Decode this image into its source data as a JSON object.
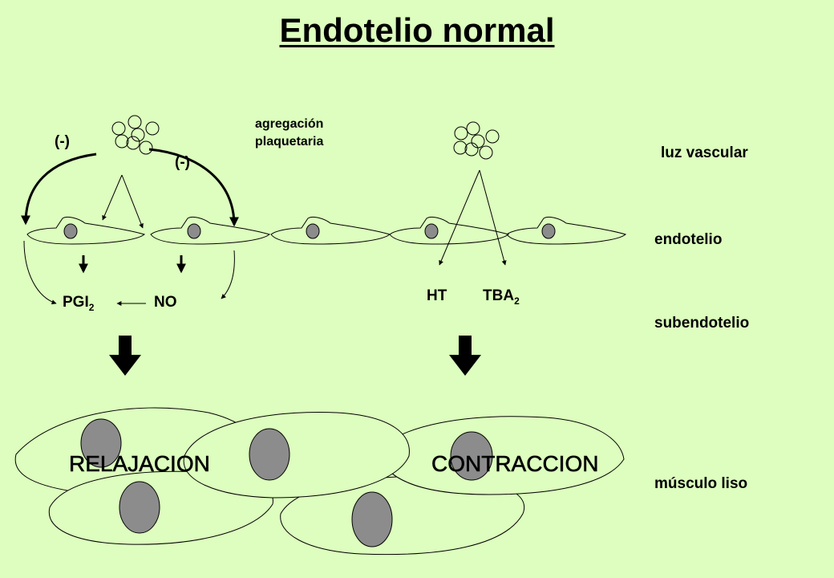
{
  "title": "Endotelio normal",
  "layers": {
    "lumen": "luz vascular",
    "endothelium": "endotelio",
    "subendothelium": "subendotelio",
    "smooth_muscle": "músculo liso"
  },
  "platelet_aggregation": "agregación plaquetaria",
  "platelet_aggregation_lines": [
    "agregación",
    "plaquetaria"
  ],
  "inhibition_left": "(-)",
  "inhibition_right": "(-)",
  "mediators": {
    "pgi": "PGI",
    "pgi_sub": "2",
    "no": "NO",
    "ht": "HT",
    "tba": "TBA",
    "tba_sub": "2"
  },
  "effects": {
    "relaxation": "RELAJACION",
    "contraction": "CONTRACCION"
  },
  "colors": {
    "background": "#ddfebe",
    "nucleus": "#8c8c8c",
    "stroke": "#000000"
  }
}
